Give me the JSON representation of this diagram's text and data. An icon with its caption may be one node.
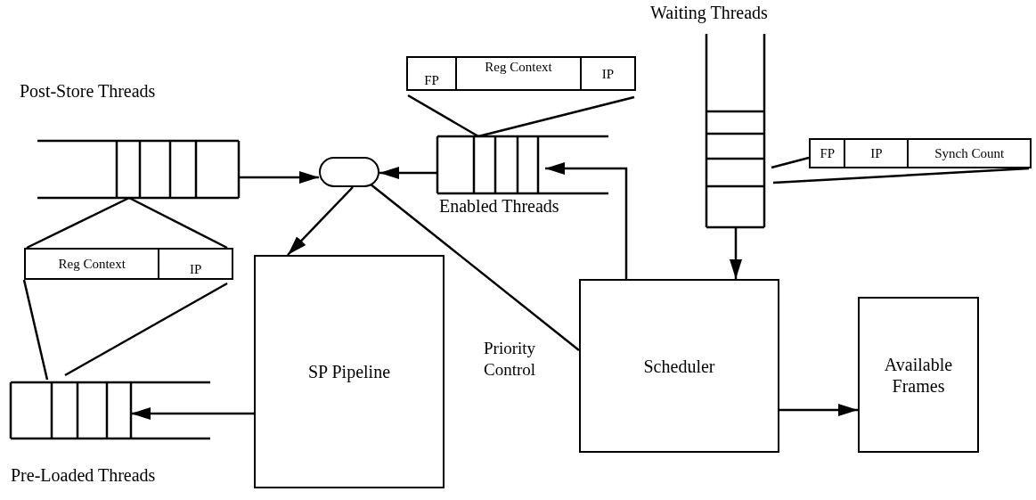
{
  "diagram": {
    "nodes": [
      {
        "text": [
          "Post-Store Threads"
        ]
      },
      {
        "text": [
          "Reg Context",
          "IP"
        ]
      },
      {
        "text": [
          "Pre-Loaded Threads"
        ]
      },
      {
        "text": [
          "SP Pipeline"
        ]
      },
      {
        "text": [],
        "shape": "oval"
      },
      {
        "text": [
          "Enabled Threads"
        ]
      },
      {
        "text": [
          "FP",
          "Reg Context",
          "IP"
        ]
      },
      {
        "text": [
          "Waiting Threads"
        ]
      },
      {
        "text": [
          "FP",
          "IP",
          "Synch Count"
        ]
      },
      {
        "text": [
          "Scheduler"
        ]
      },
      {
        "text": [
          "Available Frames"
        ]
      }
    ],
    "edges": [
      {
        "from": 0,
        "to": 4,
        "arrow": "to"
      },
      {
        "from": 5,
        "to": 4,
        "arrow": "to"
      },
      {
        "from": 4,
        "to": 3,
        "arrow": "to"
      },
      {
        "from": 3,
        "to": 2,
        "arrow": "to"
      },
      {
        "from": 4,
        "to": 9,
        "arrow": "none",
        "label": "Priority Control"
      },
      {
        "from": 9,
        "to": 5,
        "arrow": "to"
      },
      {
        "from": 7,
        "to": 9,
        "arrow": "to"
      },
      {
        "from": 9,
        "to": 10,
        "arrow": "to"
      },
      {
        "from": 0,
        "to": 1,
        "arrow": "none"
      },
      {
        "from": 0,
        "to": 1,
        "arrow": "none"
      },
      {
        "from": 1,
        "to": 2,
        "arrow": "none"
      },
      {
        "from": 1,
        "to": 2,
        "arrow": "none"
      },
      {
        "from": 6,
        "to": 5,
        "arrow": "none"
      },
      {
        "from": 6,
        "to": 5,
        "arrow": "none"
      },
      {
        "from": 7,
        "to": 8,
        "arrow": "none"
      },
      {
        "from": 7,
        "to": 8,
        "arrow": "none"
      }
    ]
  }
}
